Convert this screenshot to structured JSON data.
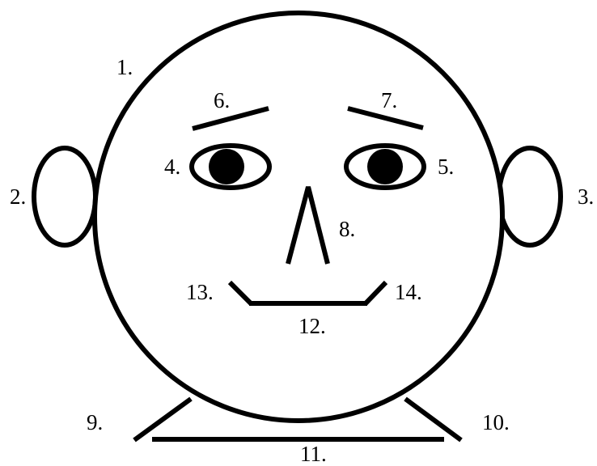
{
  "diagram": {
    "colors": {
      "line": "#000000",
      "background": "#ffffff"
    },
    "labels": {
      "head": "1.",
      "left_ear": "2.",
      "right_ear": "3.",
      "left_eye": "4.",
      "right_eye": "5.",
      "left_eyebrow": "6.",
      "right_eyebrow": "7.",
      "nose": "8.",
      "left_shoulder": "9.",
      "right_shoulder": "10.",
      "chest_line": "11.",
      "mouth_center": "12.",
      "mouth_left_corner": "13.",
      "mouth_right_corner": "14."
    }
  }
}
